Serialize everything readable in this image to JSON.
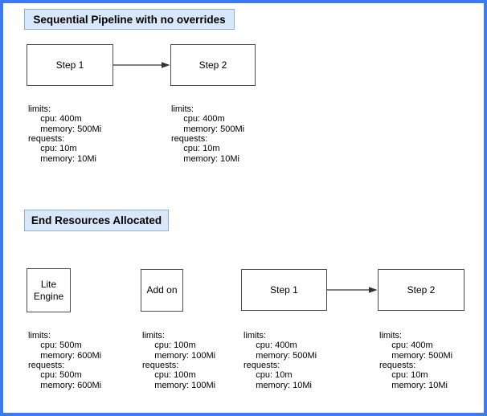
{
  "colors": {
    "canvas_border": "#3b7af0",
    "title_fill": "#d9e7fb",
    "title_border": "#8fb0dd",
    "node_border": "#4d4d4d",
    "arrow": "#333333"
  },
  "section1": {
    "title": "Sequential Pipeline with no overrides",
    "step1_label": "Step 1",
    "step2_label": "Step 2",
    "step1_resources": [
      "limits:",
      "     cpu: 400m",
      "     memory: 500Mi",
      "requests:",
      "     cpu: 10m",
      "     memory: 10Mi"
    ],
    "step2_resources": [
      "limits:",
      "     cpu: 400m",
      "     memory: 500Mi",
      "requests:",
      "     cpu: 10m",
      "     memory: 10Mi"
    ]
  },
  "section2": {
    "title": "End Resources Allocated",
    "lite_engine_label": [
      "Lite",
      "Engine"
    ],
    "addon_label": "Add on",
    "step1_label": "Step 1",
    "step2_label": "Step 2",
    "lite_engine_resources": [
      "limits:",
      "     cpu: 500m",
      "     memory: 600Mi",
      "requests:",
      "     cpu: 500m",
      "     memory: 600Mi"
    ],
    "addon_resources": [
      "limits:",
      "     cpu: 100m",
      "     memory: 100Mi",
      "requests:",
      "     cpu: 100m",
      "     memory: 100Mi"
    ],
    "step1_resources": [
      "limits:",
      "     cpu: 400m",
      "     memory: 500Mi",
      "requests:",
      "     cpu: 10m",
      "     memory: 10Mi"
    ],
    "step2_resources": [
      "limits:",
      "     cpu: 400m",
      "     memory: 500Mi",
      "requests:",
      "     cpu: 10m",
      "     memory: 10Mi"
    ]
  }
}
